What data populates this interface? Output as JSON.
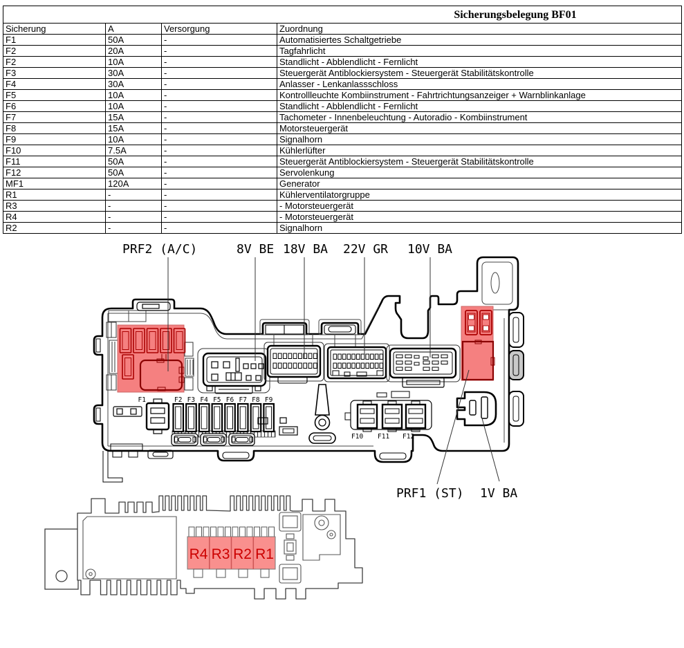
{
  "table": {
    "title": "Sicherungsbelegung BF01",
    "columns": [
      "Sicherung",
      "A",
      "Versorgung",
      "Zuordnung"
    ],
    "rows": [
      [
        "F1",
        "50A",
        "-",
        "Automatisiertes Schaltgetriebe"
      ],
      [
        "F2",
        "20A",
        "-",
        "Tagfahrlicht"
      ],
      [
        "F2",
        "10A",
        "-",
        "Standlicht - Abblendlicht - Fernlicht"
      ],
      [
        "F3",
        "30A",
        "-",
        "Steuergerät Antiblockiersystem - Steuergerät Stabilitätskontrolle"
      ],
      [
        "F4",
        "30A",
        "-",
        "Anlasser - Lenkanlassschloss"
      ],
      [
        "F5",
        "10A",
        "-",
        "Kontrollleuchte Kombiinstrument - Fahrtrichtungsanzeiger + Warnblinkanlage"
      ],
      [
        "F6",
        "10A",
        "-",
        "Standlicht - Abblendlicht - Fernlicht"
      ],
      [
        "F7",
        "15A",
        "-",
        "Tachometer - Innenbeleuchtung - Autoradio - Kombiinstrument"
      ],
      [
        "F8",
        "15A",
        "-",
        "Motorsteuergerät"
      ],
      [
        "F9",
        "10A",
        "-",
        "Signalhorn"
      ],
      [
        "F10",
        "7.5A",
        "-",
        "Kühlerlüfter"
      ],
      [
        "F11",
        "50A",
        "-",
        "Steuergerät Antiblockiersystem - Steuergerät Stabilitätskontrolle"
      ],
      [
        "F12",
        "50A",
        "-",
        "Servolenkung"
      ],
      [
        "MF1",
        "120A",
        "-",
        "Generator"
      ],
      [
        "R1",
        "-",
        "-",
        "Kühlerventilatorgruppe"
      ],
      [
        "R3",
        "-",
        "-",
        "- Motorsteuergerät"
      ],
      [
        "R4",
        "-",
        "-",
        "- Motorsteuergerät"
      ],
      [
        "R2",
        "-",
        "-",
        "Signalhorn"
      ]
    ]
  },
  "main_diagram": {
    "top_labels": {
      "prf2": "PRF2 (A/C)",
      "v8": "8V BE",
      "v18": "18V BA",
      "v22": "22V GR",
      "v10": "10V BA"
    },
    "bottom_labels": {
      "prf1": "PRF1 (ST)",
      "v1": "1V BA"
    },
    "fuse_labels": [
      "F1",
      "F2",
      "F3",
      "F4",
      "F5",
      "F6",
      "F7",
      "F8",
      "F9"
    ],
    "relay_labels": [
      "F10",
      "F11",
      "F12"
    ]
  },
  "bottom_diagram": {
    "relays": [
      "R4",
      "R3",
      "R2",
      "R1"
    ]
  },
  "colors": {
    "highlight_fill": "#f58080",
    "highlight_stroke": "#aa0000",
    "highlight_dark": "#8b0000",
    "relay_text": "#cc0000",
    "relay_fill": "#f9908e"
  }
}
